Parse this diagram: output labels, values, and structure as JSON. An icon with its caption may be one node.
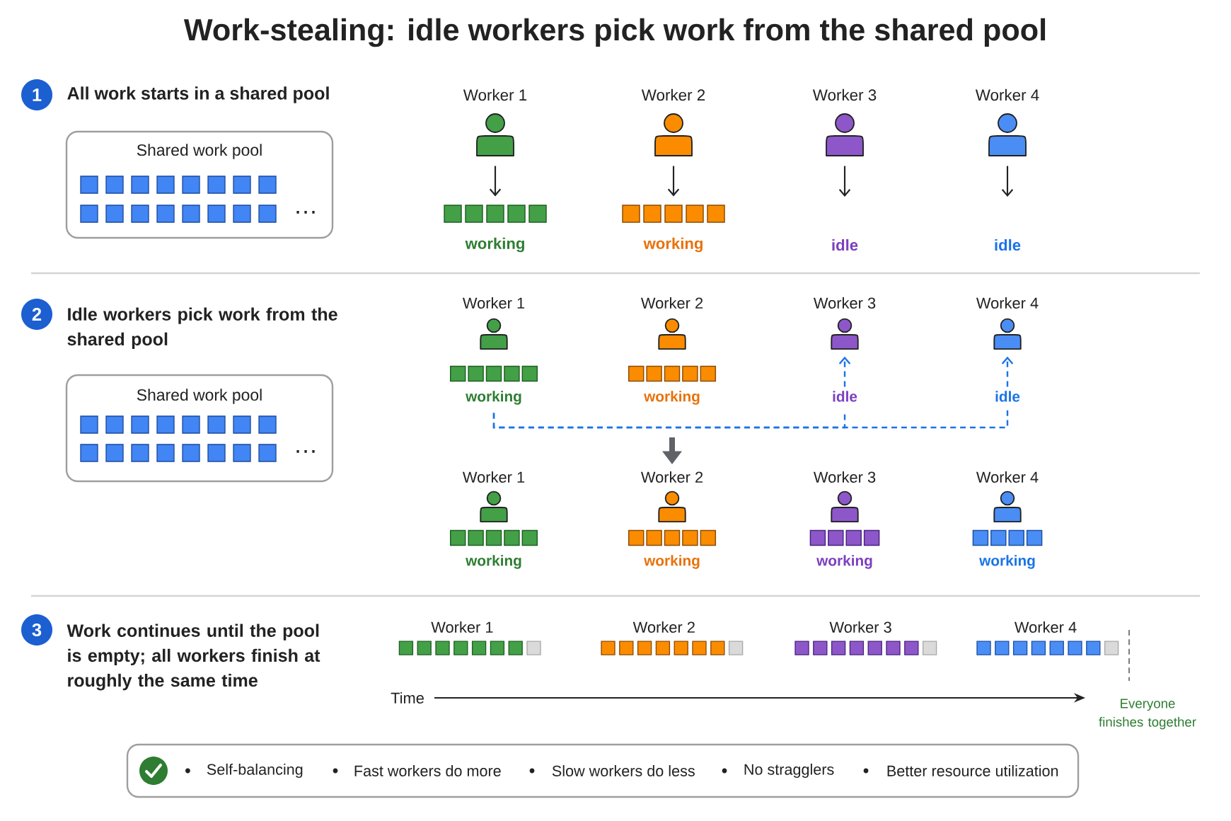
{
  "diagram": {
    "title": "Work-stealing: idle workers pick work from the shared pool",
    "nodes": [
      {
        "text": [
          "1"
        ],
        "beside": [
          "All work starts in a shared pool"
        ]
      },
      {
        "text": [
          "Shared work pool",
          "…"
        ]
      },
      {
        "text": [
          "Worker 1"
        ]
      },
      {
        "text": [
          "Worker 2"
        ]
      },
      {
        "text": [
          "Worker 3"
        ]
      },
      {
        "text": [
          "Worker 4"
        ]
      },
      {
        "text": [],
        "shape": "bar",
        "beside": [
          "working"
        ]
      },
      {
        "text": [],
        "shape": "bar",
        "beside": [
          "working"
        ]
      },
      {
        "text": [
          "idle"
        ]
      },
      {
        "text": [
          "idle"
        ]
      },
      {
        "text": [
          "2"
        ],
        "beside": [
          "Idle workers pick work from the shared pool"
        ]
      },
      {
        "text": [
          "Shared work pool",
          "…"
        ]
      },
      {
        "text": [
          "Worker 1"
        ]
      },
      {
        "text": [
          "Worker 2"
        ],
        "beside": [
          "working"
        ]
      },
      {
        "text": [
          "Worker 3"
        ]
      },
      {
        "text": [
          "Worker 4"
        ]
      },
      {
        "text": [
          "working"
        ]
      },
      {
        "text": [
          "idle"
        ]
      },
      {
        "text": [
          "idle"
        ]
      },
      {
        "text": [
          "Worker 1"
        ],
        "beside": [
          "working"
        ]
      },
      {
        "text": [
          "Worker 2"
        ],
        "beside": [
          "working"
        ]
      },
      {
        "text": [
          "Worker 3"
        ],
        "beside": [
          "working"
        ]
      },
      {
        "text": [
          "Worker 4"
        ],
        "beside": [
          "working"
        ]
      },
      {
        "text": [
          "3"
        ],
        "beside": [
          "Work continues until the pool is empty; all workers finish at roughly the same time"
        ]
      },
      {
        "text": [
          "Self-balancing",
          "Fast workers do more",
          "Slow workers do less",
          "No stragglers",
          "Better resource utilization"
        ]
      }
    ],
    "edges": [
      {
        "from": 2,
        "to": 6,
        "arrow": "to"
      },
      {
        "from": 3,
        "to": 7,
        "arrow": "to"
      },
      {
        "from": 4,
        "to": 8,
        "arrow": "to"
      },
      {
        "from": 5,
        "to": 9,
        "arrow": "to"
      },
      {
        "from": 17,
        "to": 14,
        "arrow": "to",
        "style": "dashed",
        "color": "#1a73e8"
      },
      {
        "from": 18,
        "to": 15,
        "arrow": "to",
        "style": "dashed",
        "color": "#1a73e8"
      },
      {
        "from": 16,
        "to": 17,
        "arrow": "none",
        "style": "dashed",
        "color": "#1a73e8"
      },
      {
        "from": 16,
        "to": 18,
        "arrow": "none",
        "style": "dashed",
        "color": "#1a73e8"
      },
      {
        "from": null,
        "to": 20,
        "arrow": "to",
        "style": "thick",
        "color": "#5f6368"
      }
    ],
    "labels": [
      "Worker 1",
      "Worker 2",
      "Worker 3",
      "Worker 4",
      "Time",
      "Everyone finishes together"
    ]
  }
}
